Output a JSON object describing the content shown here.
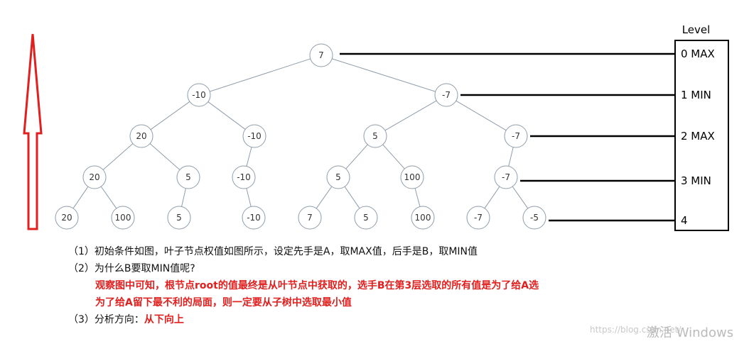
{
  "tree": {
    "nodes": [
      {
        "id": "n0",
        "label": "7"
      },
      {
        "id": "n1a",
        "label": "-10"
      },
      {
        "id": "n1b",
        "label": "-7"
      },
      {
        "id": "n2a",
        "label": "20"
      },
      {
        "id": "n2b",
        "label": "-10"
      },
      {
        "id": "n2c",
        "label": "5"
      },
      {
        "id": "n2d",
        "label": "-7"
      },
      {
        "id": "n3a",
        "label": "20"
      },
      {
        "id": "n3b",
        "label": "5"
      },
      {
        "id": "n3c",
        "label": "-10"
      },
      {
        "id": "n3d",
        "label": "5"
      },
      {
        "id": "n3e",
        "label": "100"
      },
      {
        "id": "n3f",
        "label": "-7"
      },
      {
        "id": "n4a",
        "label": "20"
      },
      {
        "id": "n4b",
        "label": "100"
      },
      {
        "id": "n4c",
        "label": "5"
      },
      {
        "id": "n4d",
        "label": "-10"
      },
      {
        "id": "n4e",
        "label": "7"
      },
      {
        "id": "n4f",
        "label": "5"
      },
      {
        "id": "n4g",
        "label": "100"
      },
      {
        "id": "n4h",
        "label": "-7"
      },
      {
        "id": "n4i",
        "label": "-5"
      }
    ],
    "edges": [
      [
        "n0",
        "n1a"
      ],
      [
        "n0",
        "n1b"
      ],
      [
        "n1a",
        "n2a"
      ],
      [
        "n1a",
        "n2b"
      ],
      [
        "n1b",
        "n2c"
      ],
      [
        "n1b",
        "n2d"
      ],
      [
        "n2a",
        "n3a"
      ],
      [
        "n2a",
        "n3b"
      ],
      [
        "n2b",
        "n3c"
      ],
      [
        "n2c",
        "n3d"
      ],
      [
        "n2c",
        "n3e"
      ],
      [
        "n2d",
        "n3f"
      ],
      [
        "n3a",
        "n4a"
      ],
      [
        "n3a",
        "n4b"
      ],
      [
        "n3b",
        "n4c"
      ],
      [
        "n3c",
        "n4d"
      ],
      [
        "n3d",
        "n4e"
      ],
      [
        "n3d",
        "n4f"
      ],
      [
        "n3e",
        "n4g"
      ],
      [
        "n3f",
        "n4h"
      ],
      [
        "n3f",
        "n4i"
      ]
    ]
  },
  "levels": {
    "title": "Level",
    "rows": [
      {
        "label": "0 MAX",
        "from": "n0"
      },
      {
        "label": "1 MIN",
        "from": "n1b"
      },
      {
        "label": "2 MAX",
        "from": "n2d"
      },
      {
        "label": "3 MIN",
        "from": "n3f"
      },
      {
        "label": "4",
        "from": "n4i"
      }
    ]
  },
  "text": {
    "line1": "（1）初始条件如图，叶子节点权值如图所示，设定先手是A，取MAX值，后手是B，取MIN值",
    "line2": "（2）为什么B要取MIN值呢?",
    "line3": "观察图中可知，根节点root的值最终是从叶节点中获取的，选手B在第3层选取的所有值是为了给A选",
    "line4": "为了给A留下最不利的局面，则一定要从子树中选取最小值",
    "line5_prefix": "（3）分析方向：",
    "line5_red": "从下向上"
  },
  "watermark": "https://blog.csdn.net/",
  "os_watermark": "激活 Windows",
  "colors": {
    "arrow": "#e0201f",
    "edge": "#8f9daa",
    "node_stroke": "#8f9daa",
    "highlight": "#e0201f"
  }
}
